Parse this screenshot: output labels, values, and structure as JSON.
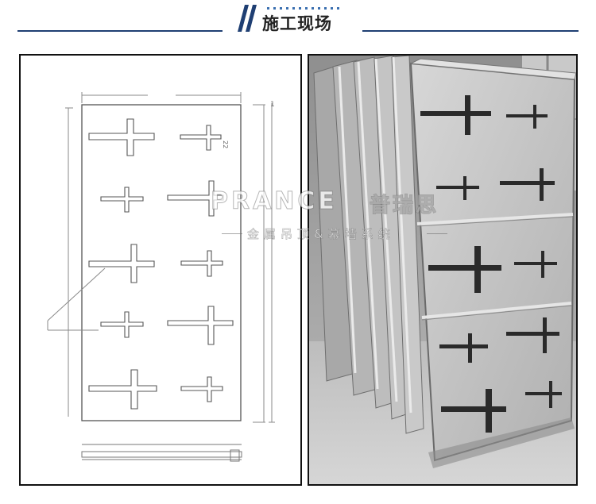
{
  "header": {
    "title": "施工现场",
    "accent_color": "#1f3f73"
  },
  "drawing": {
    "dimension_labels": [
      "1"
    ],
    "small_label": "22"
  },
  "watermark": {
    "brand": "PRANCE",
    "brand_cn": "普瑞思",
    "subtitle": "金属吊顶&幕墙系统"
  }
}
